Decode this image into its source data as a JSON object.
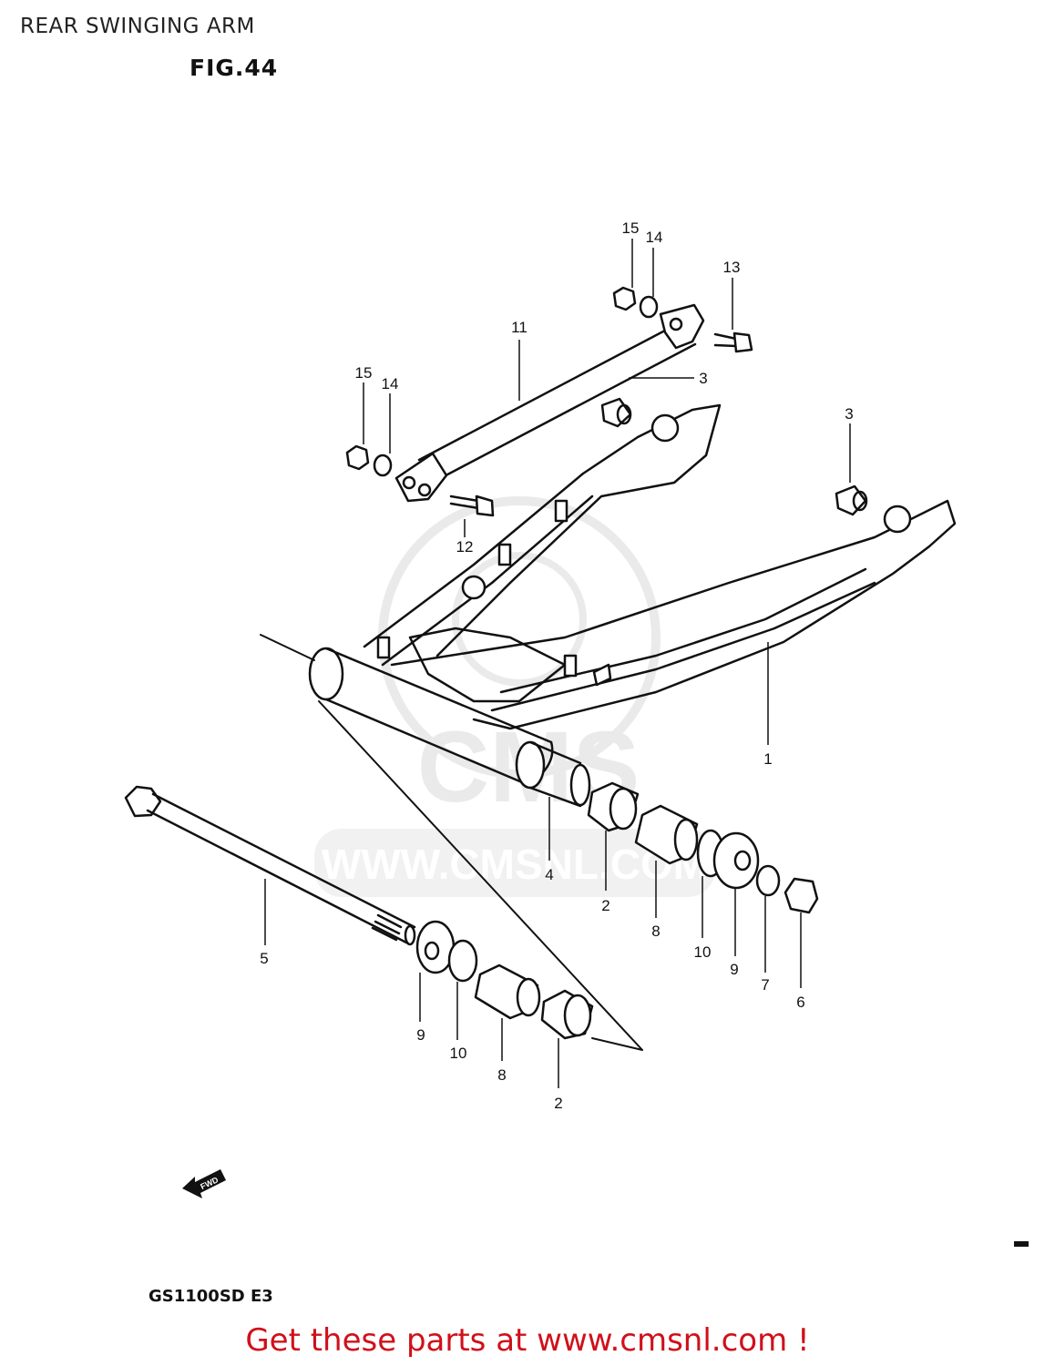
{
  "header": {
    "title": "REAR SWINGING ARM",
    "figure": "FIG.44"
  },
  "diagram": {
    "fwd_label": "FWD",
    "callouts": [
      "1",
      "2",
      "2",
      "3",
      "3",
      "4",
      "5",
      "6",
      "7",
      "8",
      "8",
      "9",
      "9",
      "10",
      "10",
      "11",
      "12",
      "13",
      "14",
      "14",
      "15",
      "15"
    ]
  },
  "watermark": {
    "brand": "CMS",
    "url": "WWW.CMSNL.COM"
  },
  "footer": {
    "model_code": "GS1100SD E3",
    "link_text": "Get these parts at www.cmsnl.com !"
  },
  "colors": {
    "link": "#d0101a",
    "line": "#111111",
    "watermark": "#d9d9d9"
  }
}
